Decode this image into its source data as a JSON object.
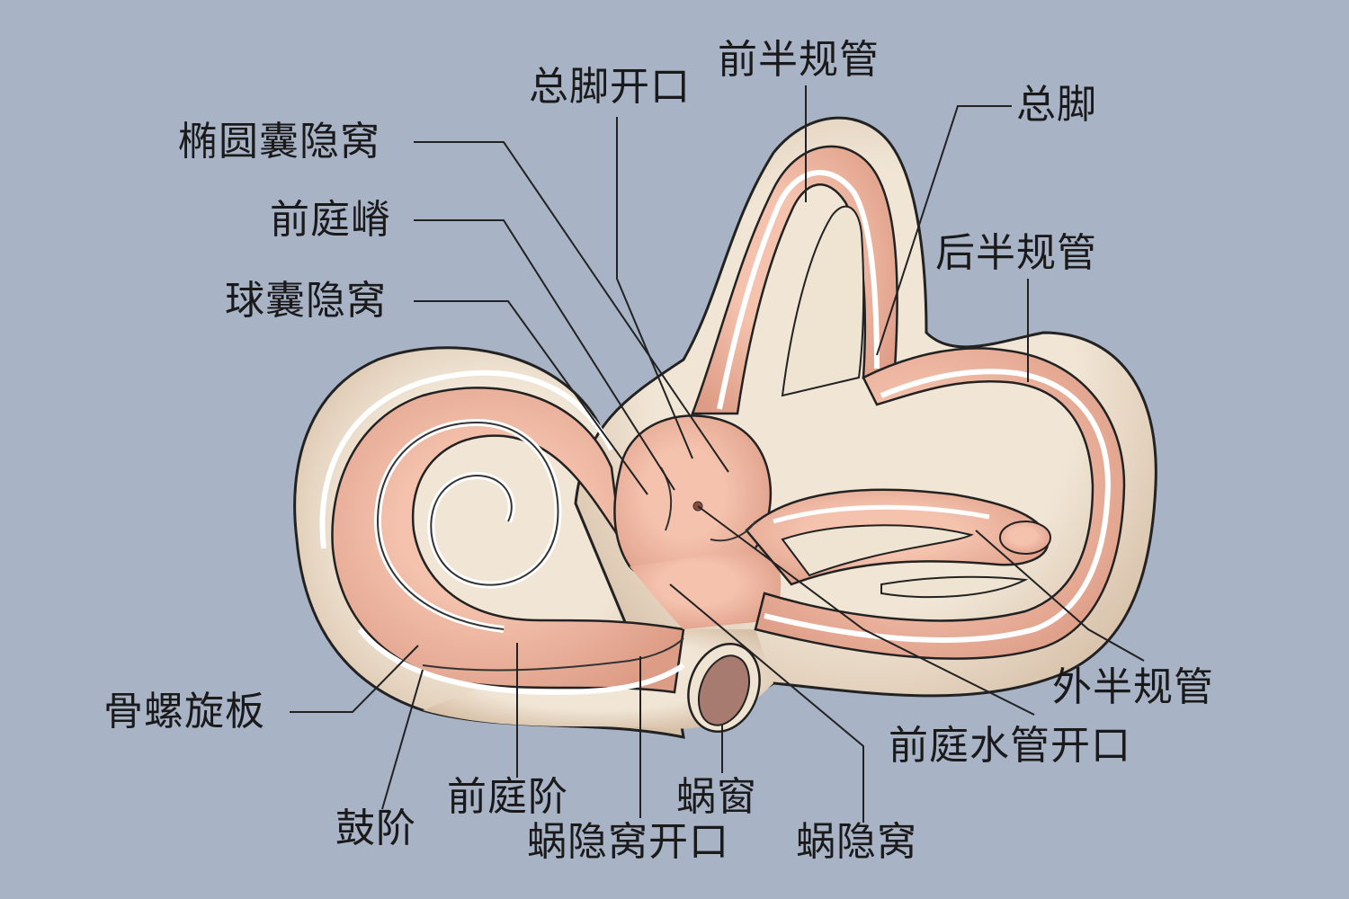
{
  "labels": {
    "zongjiao_kaikou": "总脚开口",
    "qian_banguiguan": "前半规管",
    "zongjiao": "总脚",
    "tuoyuannang_yinwo": "椭圆囊隐窝",
    "qiantingji": "前庭嵴",
    "qiunang_yinwo": "球囊隐窝",
    "hou_banguiguan": "后半规管",
    "gu_luoxuanban": "骨螺旋板",
    "wai_banguiguan": "外半规管",
    "qianting_shuiguan_kaikou": "前庭水管开口",
    "qiantingjie": "前庭阶",
    "guyijie": "鼓阶",
    "wochuang": "蜗窗",
    "woyinwo_kaikou": "蜗隐窝开口",
    "woyinwo": "蜗隐窝"
  },
  "colors": {
    "background": "#a8b3c6",
    "bone": "#efe3d2",
    "bone_shadow": "#d9c4ac",
    "membrane": "#f0b8a2",
    "membrane_dark": "#dc9a85",
    "window": "#a77b6f"
  }
}
